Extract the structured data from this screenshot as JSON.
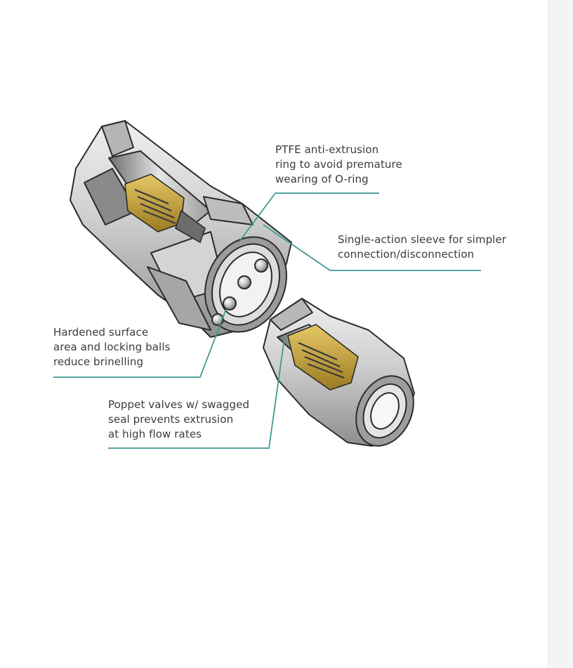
{
  "colors": {
    "leader": "#3f9a94",
    "steel_light": "#d9d9d9",
    "steel_mid": "#a9a9a9",
    "steel_dark": "#5a5a5a",
    "outline": "#2b2b2b",
    "brass": "#c9a43a",
    "text": "#3b3b3b"
  },
  "callouts": {
    "ptfe": {
      "line1": "PTFE anti-extrusion",
      "line2": "ring to avoid premature",
      "line3": "wearing of O-ring"
    },
    "sleeve": {
      "line1": "Single-action sleeve for simpler",
      "line2": "connection/disconnection"
    },
    "hardened": {
      "line1": "Hardened surface",
      "line2": "area and locking balls",
      "line3": "reduce brinelling"
    },
    "poppet": {
      "line1": "Poppet valves w/ swagged",
      "line2": "seal prevents extrusion",
      "line3": "at high flow rates"
    }
  }
}
